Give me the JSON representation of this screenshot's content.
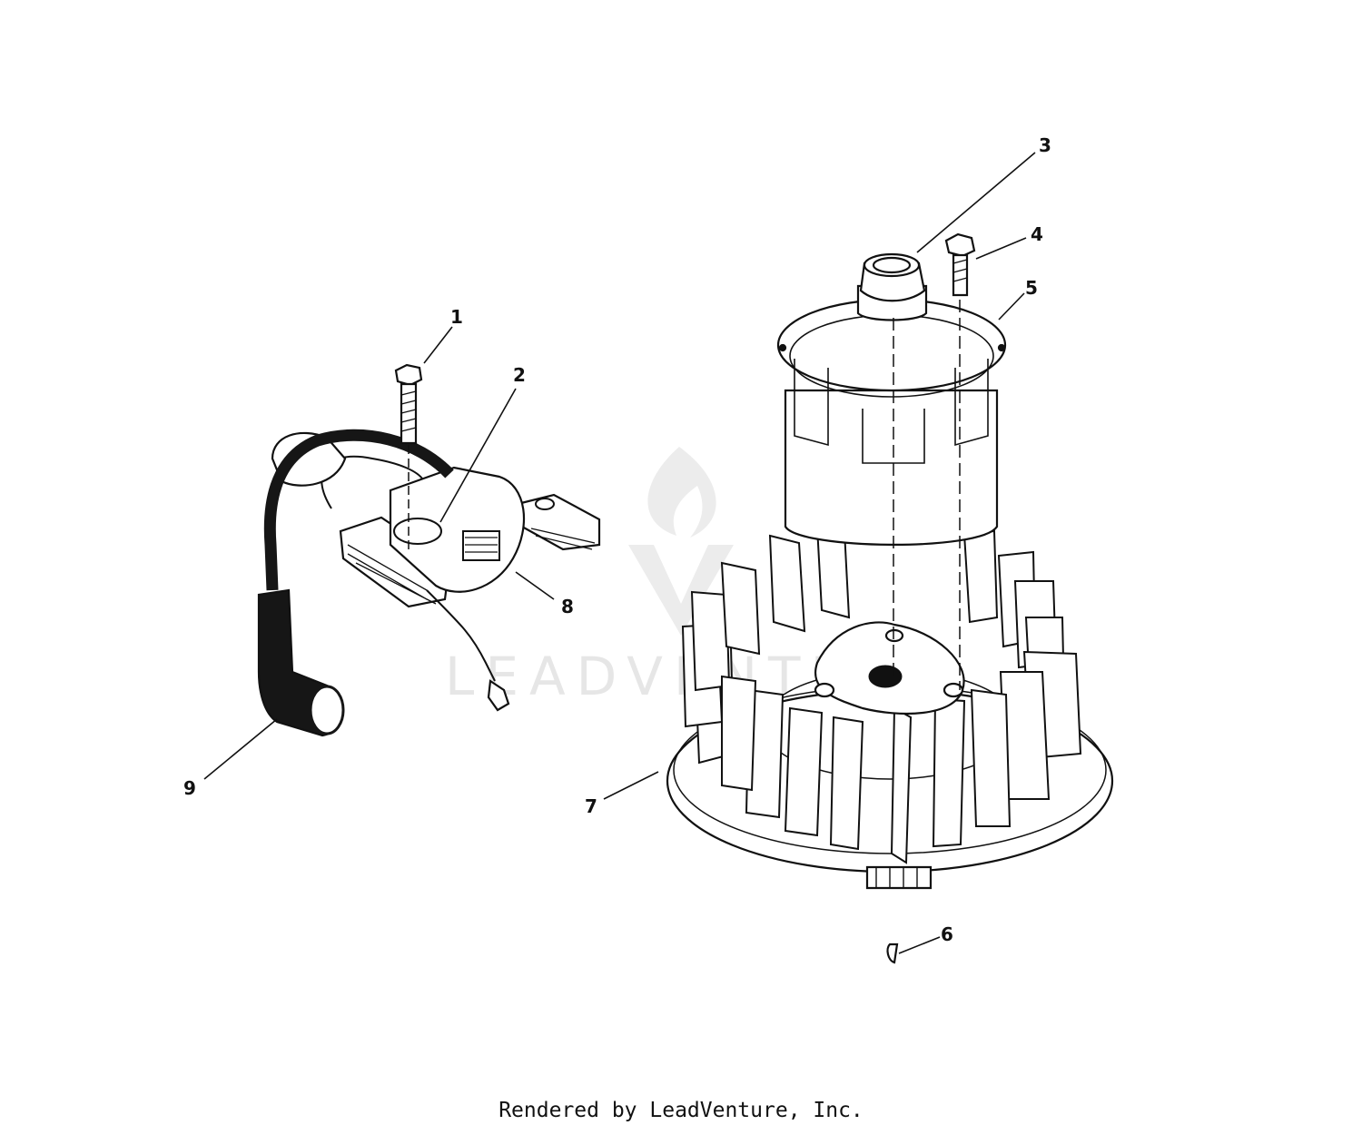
{
  "callouts": {
    "c1": "1",
    "c2": "2",
    "c3": "3",
    "c4": "4",
    "c5": "5",
    "c6": "6",
    "c7": "7",
    "c8": "8",
    "c9": "9"
  },
  "watermark": {
    "text": "LEADVENTURE"
  },
  "footer": {
    "text": "Rendered by LeadVenture, Inc."
  },
  "colors": {
    "line": "#111111",
    "fill_dark": "#161616",
    "watermark": "#e6e6e6"
  }
}
